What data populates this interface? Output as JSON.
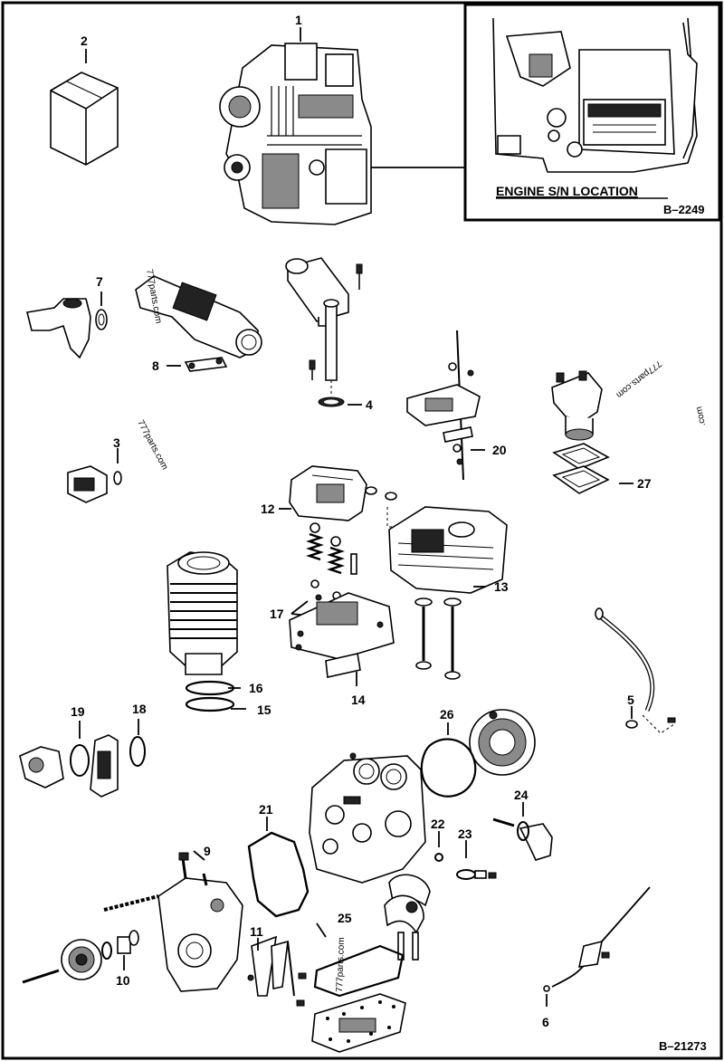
{
  "inset": {
    "caption": "ENGINE S/N LOCATION",
    "ref": "B–2249"
  },
  "diagram": {
    "ref": "B–21273"
  },
  "callouts": [
    {
      "id": "1"
    },
    {
      "id": "2"
    },
    {
      "id": "3"
    },
    {
      "id": "4"
    },
    {
      "id": "5"
    },
    {
      "id": "6"
    },
    {
      "id": "7"
    },
    {
      "id": "8"
    },
    {
      "id": "9"
    },
    {
      "id": "10"
    },
    {
      "id": "11"
    },
    {
      "id": "12"
    },
    {
      "id": "13"
    },
    {
      "id": "14"
    },
    {
      "id": "15"
    },
    {
      "id": "16"
    },
    {
      "id": "17"
    },
    {
      "id": "18"
    },
    {
      "id": "19"
    },
    {
      "id": "20"
    },
    {
      "id": "21"
    },
    {
      "id": "22"
    },
    {
      "id": "23"
    },
    {
      "id": "24"
    },
    {
      "id": "25"
    },
    {
      "id": "26"
    },
    {
      "id": "27"
    }
  ],
  "watermarks": [
    "777parts.com",
    "777parts.com",
    "777parts.com",
    "777parts.com",
    ".com"
  ]
}
